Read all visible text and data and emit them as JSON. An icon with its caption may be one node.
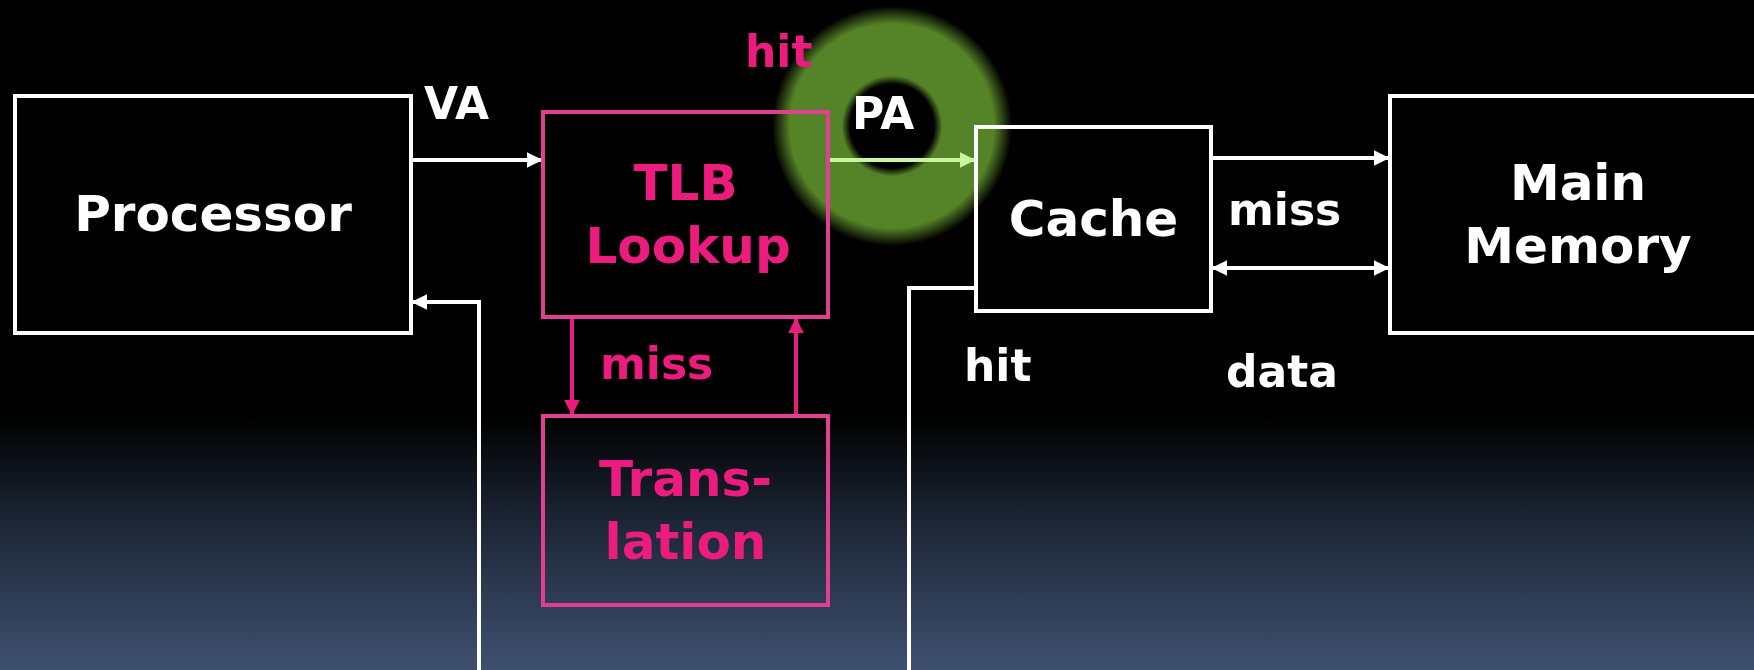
{
  "diagram": {
    "nodes": [
      {
        "text": [
          "Processor"
        ]
      },
      {
        "text": [
          "TLB Lookup"
        ]
      },
      {
        "text": [
          "Trans- lation"
        ]
      },
      {
        "text": [
          "Cache"
        ]
      },
      {
        "text": [
          "Main Memory"
        ]
      }
    ],
    "edges": [
      {
        "from": 0,
        "to": 1,
        "arrow": "to",
        "label": "VA"
      },
      {
        "from": 1,
        "to": 3,
        "arrow": "to",
        "label": "PA",
        "color": "#c8f5a0"
      },
      {
        "from": 1,
        "to": 2,
        "arrow": "to",
        "label": "miss",
        "color": "#ec1c7f"
      },
      {
        "from": 2,
        "to": 1,
        "arrow": "to",
        "color": "#ec1c7f"
      },
      {
        "from": 3,
        "to": 4,
        "arrow": "to",
        "label": "miss"
      },
      {
        "from": 3,
        "to": 4,
        "arrow": "both",
        "label": "data"
      },
      {
        "from": 3,
        "to": 0,
        "arrow": "to",
        "label": "hit"
      }
    ],
    "labels": [
      "hit"
    ]
  }
}
